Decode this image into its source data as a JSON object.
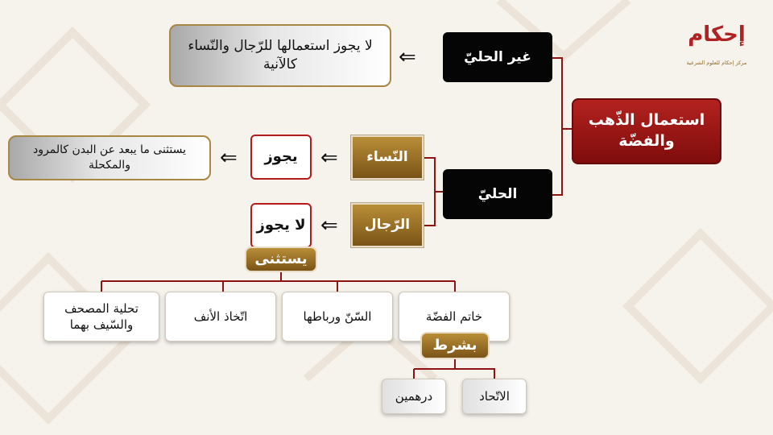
{
  "logo": {
    "title": "إحكام",
    "subtitle": "مركز إحكام للعلوم الشرعية"
  },
  "root": "استعمال الذّهب والفضّة",
  "non_jewelry": {
    "label": "غير الحليّ",
    "ruling": "لا يجوز استعمالها للرّجال والنّساء كالآنية"
  },
  "jewelry": {
    "label": "الحليّ",
    "women": {
      "label": "النّساء",
      "ruling": "يجوز",
      "exception": "يستثنى ما يبعد عن البدن كالمرود والمكحلة"
    },
    "men": {
      "label": "الرّجال",
      "ruling": "لا يجوز",
      "exception_label": "يستثنى",
      "exceptions": [
        "خاتم الفضّة",
        "السّنّ ورباطها",
        "اتّخاذ الأنف",
        "تحلية المصحف والسّيف بهما"
      ],
      "condition_label": "بشرط",
      "conditions": [
        "الاتّحاد",
        "درهمين"
      ]
    }
  },
  "arrow_symbol": "⇐",
  "colors": {
    "red": "#9c1a17",
    "gold": "#9a7128",
    "black": "#050505"
  }
}
